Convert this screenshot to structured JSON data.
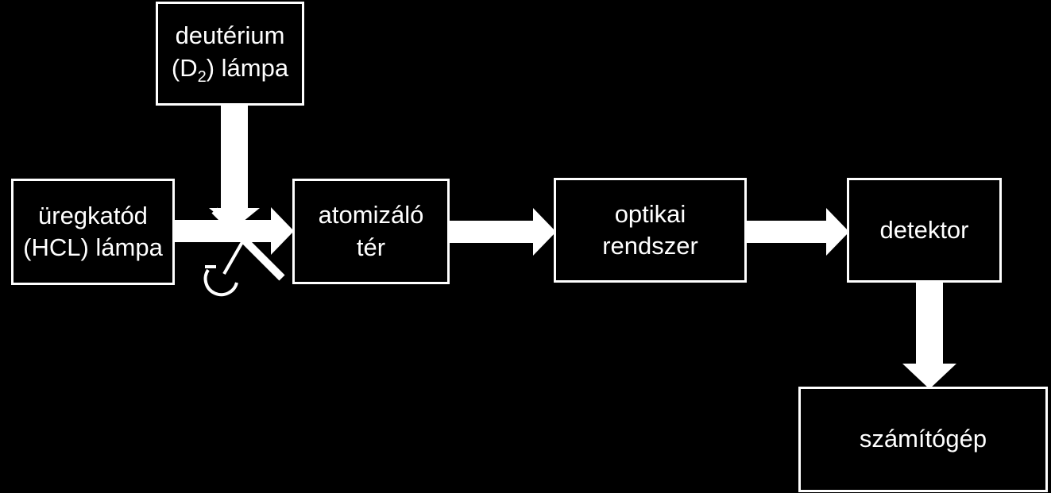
{
  "diagram": {
    "background_color": "#000000",
    "foreground_color": "#ffffff",
    "boxes": {
      "deuterium": {
        "line1": "deutérium",
        "line2_prefix": "(D",
        "line2_sub": "2",
        "line2_suffix": ") lámpa"
      },
      "hcl": {
        "line1": "üregkatód",
        "line2": "(HCL) lámpa"
      },
      "atomizer": {
        "line1": "atomizáló",
        "line2": "tér"
      },
      "optics": {
        "line1": "optikai",
        "line2": "rendszer"
      },
      "detector": {
        "line1": "detektor"
      },
      "computer": {
        "line1": "számítógép"
      }
    },
    "connections": [
      {
        "from": "deuterium",
        "to": "atomizer",
        "via": "beam-combiner"
      },
      {
        "from": "hcl",
        "to": "atomizer"
      },
      {
        "from": "atomizer",
        "to": "optics"
      },
      {
        "from": "optics",
        "to": "detector"
      },
      {
        "from": "detector",
        "to": "computer"
      }
    ]
  }
}
